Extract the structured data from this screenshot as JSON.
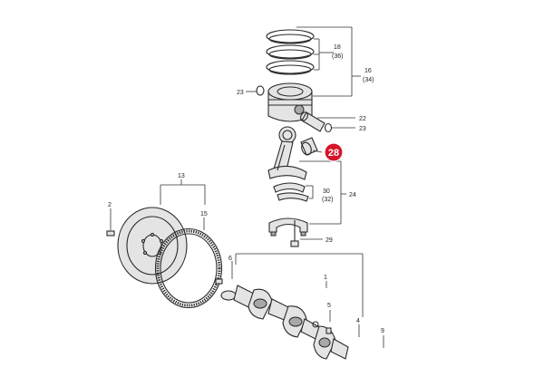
{
  "colors": {
    "line": "#2a2a2a",
    "highlight": "#d7132a",
    "background": "#ffffff"
  },
  "callouts": {
    "c18": "18",
    "c36": "(36)",
    "c16": "16",
    "c34": "(34)",
    "c23a": "23",
    "c22": "22",
    "c23b": "23",
    "c28": "28",
    "c30": "30",
    "c32": "(32)",
    "c24": "24",
    "c29": "29",
    "c13": "13",
    "c2": "2",
    "c15": "15",
    "c6": "6",
    "c1": "1",
    "c5": "5",
    "c4": "4",
    "c9": "9"
  }
}
